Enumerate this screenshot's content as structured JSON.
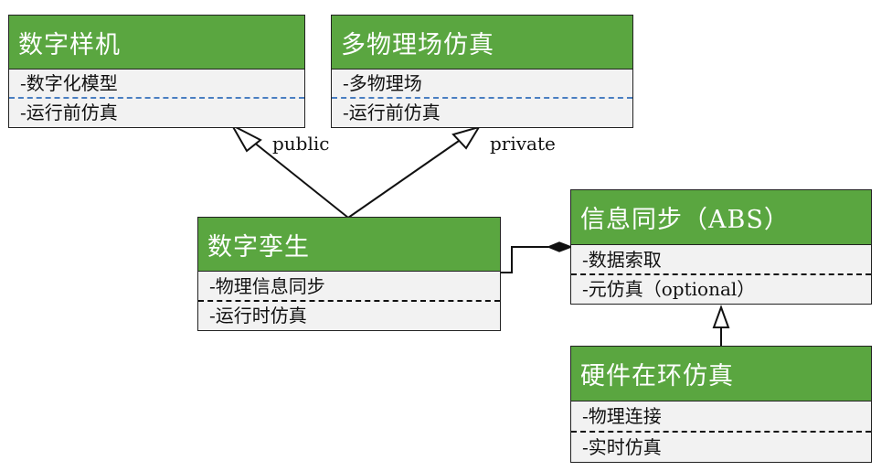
{
  "classes": {
    "digital_prototype": {
      "title": "数字样机",
      "attributes": [
        "-数字化模型",
        "-运行前仿真"
      ]
    },
    "multiphysics_sim": {
      "title": "多物理场仿真",
      "attributes": [
        "-多物理场",
        "-运行前仿真"
      ]
    },
    "digital_twin": {
      "title": "数字孪生",
      "attributes": [
        "-物理信息同步",
        "-运行时仿真"
      ]
    },
    "info_sync": {
      "title": "信息同步（ABS）",
      "attributes": [
        "-数据索取",
        "-元仿真（optional）"
      ]
    },
    "hil_sim": {
      "title": "硬件在环仿真",
      "attributes": [
        "-物理连接",
        "-实时仿真"
      ]
    }
  },
  "relations": {
    "public_label": "public",
    "private_label": "private"
  },
  "colors": {
    "header_green": "#5aa640",
    "body_gray": "#f2f2f2",
    "blue_separator": "#4a7fc1"
  }
}
